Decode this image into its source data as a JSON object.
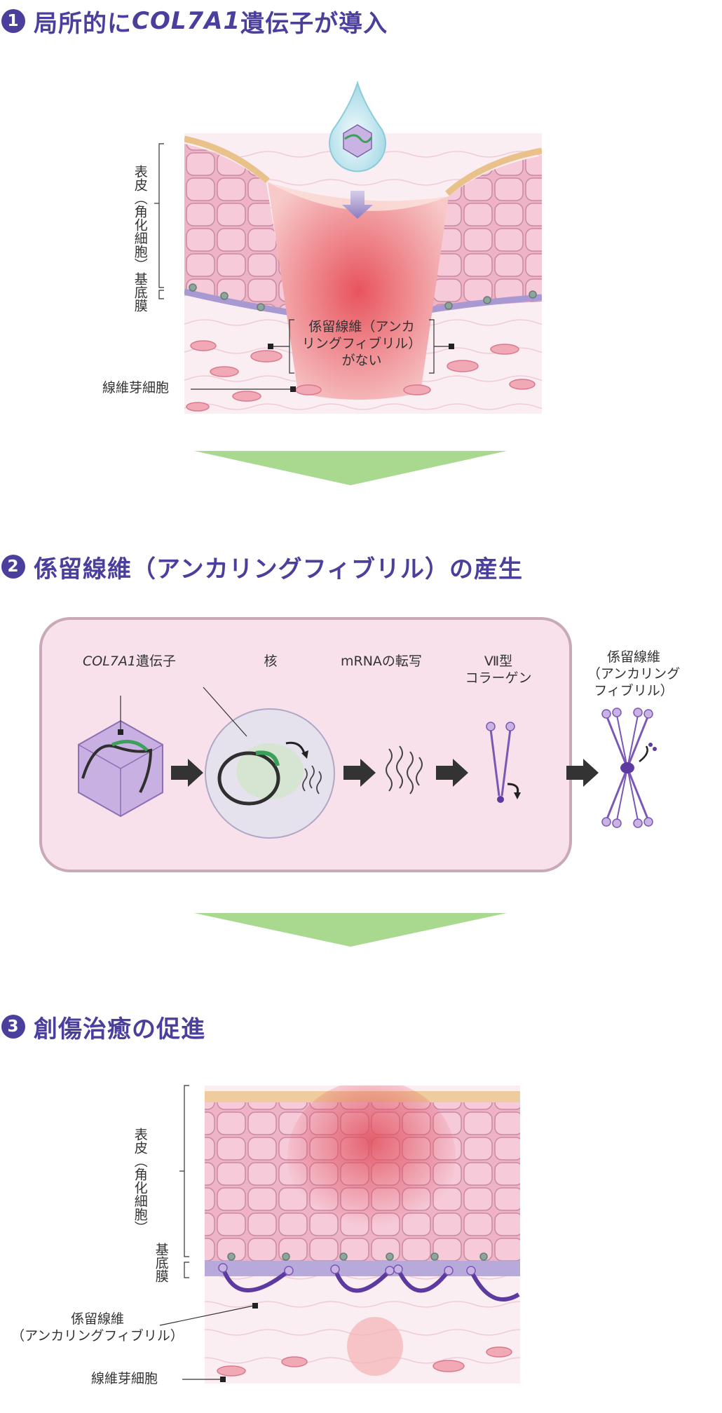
{
  "steps": [
    {
      "number": "1",
      "title_before": "局所的に",
      "title_gene": "COL7A1",
      "title_after": "遺伝子が導入"
    },
    {
      "number": "2",
      "title": "係留線維（アンカリングフィブリル）の産生"
    },
    {
      "number": "3",
      "title": "創傷治癒の促進"
    }
  ],
  "panel1": {
    "epidermis_label": "表皮",
    "epidermis_sub": "（角化細胞）",
    "basement_label": "基底膜",
    "missing_line1": "係留線維（アンカ",
    "missing_line2": "リングフィブリル）",
    "missing_line3": "がない",
    "fibroblast_label": "線維芽細胞"
  },
  "panel2": {
    "gene_italic": "COL7A1",
    "gene_suffix": "遺伝子",
    "nucleus": "核",
    "mrna": "mRNAの転写",
    "collagen_line1": "Ⅶ型",
    "collagen_line2": "コラーゲン",
    "fibril_line1": "係留線維",
    "fibril_line2": "（アンカリング",
    "fibril_line3": "フィブリル）"
  },
  "panel3": {
    "epidermis_label": "表皮",
    "epidermis_sub": "（角化細胞）",
    "basement_label": "基底膜",
    "fibril_line1": "係留線維",
    "fibril_line2": "（アンカリングフィブリル）",
    "fibroblast_label": "線維芽細胞"
  },
  "colors": {
    "title": "#4a3f9c",
    "arrow_green": "#a8d98f",
    "panel_bg": "#f8e1ea",
    "panel_border": "#c9a9b8",
    "skin_pink": "#f1b5c8",
    "wound_red": "#e9646a",
    "basement": "#b7a9d9",
    "fibril_purple": "#5d3aa0"
  }
}
